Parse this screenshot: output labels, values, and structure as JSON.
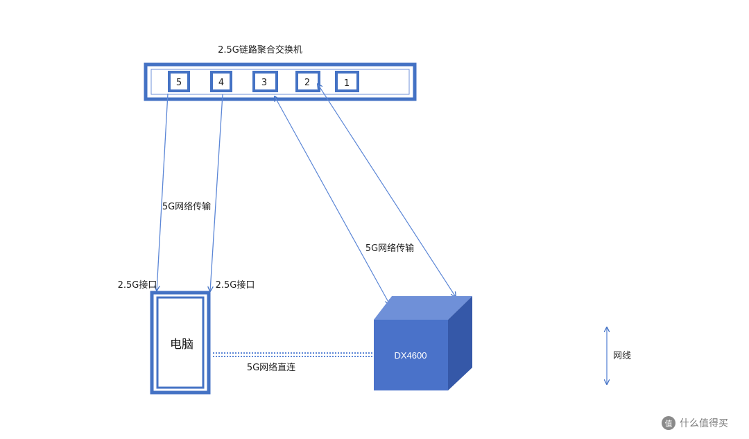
{
  "switch": {
    "title": "2.5G链路聚合交换机",
    "ports": [
      "5",
      "4",
      "3",
      "2",
      "1"
    ]
  },
  "links": {
    "pc_link_label": "5G网络传输",
    "nas_link_label": "5G网络传输",
    "direct_label": "5G网络直连"
  },
  "pc": {
    "label": "电脑",
    "port_left_label": "2.5G接口",
    "port_right_label": "2.5G接口"
  },
  "nas": {
    "label": "DX4600"
  },
  "legend": {
    "label": "网线"
  },
  "watermark": {
    "text": "什么值得买",
    "badge": "值"
  },
  "colors": {
    "primary": "#4472c4",
    "box_front": "#4a72c9",
    "box_top": "#6f90d8",
    "box_side": "#3558a8",
    "line": "#5b86d6"
  }
}
